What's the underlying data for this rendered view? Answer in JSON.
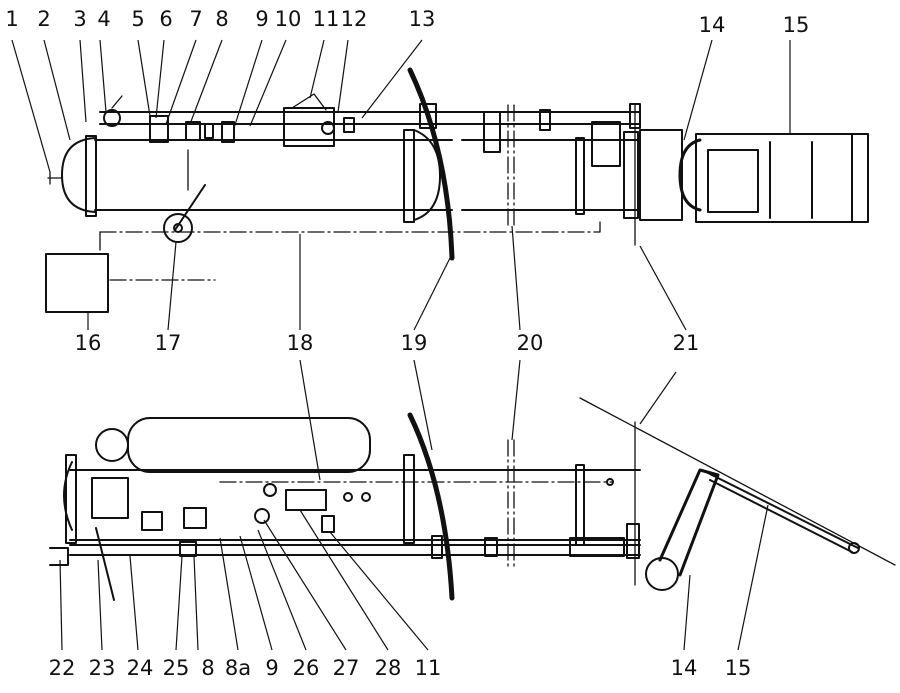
{
  "top_labels": [
    "1",
    "2",
    "3",
    "4",
    "5",
    "6",
    "7",
    "8",
    "9",
    "10",
    "11",
    "12",
    "13",
    "14",
    "15",
    "16",
    "17",
    "18",
    "19",
    "20",
    "21"
  ],
  "bottom_labels": [
    "22",
    "23",
    "24",
    "25",
    "8",
    "8a",
    "9",
    "26",
    "27",
    "28",
    "11",
    "14",
    "15"
  ]
}
